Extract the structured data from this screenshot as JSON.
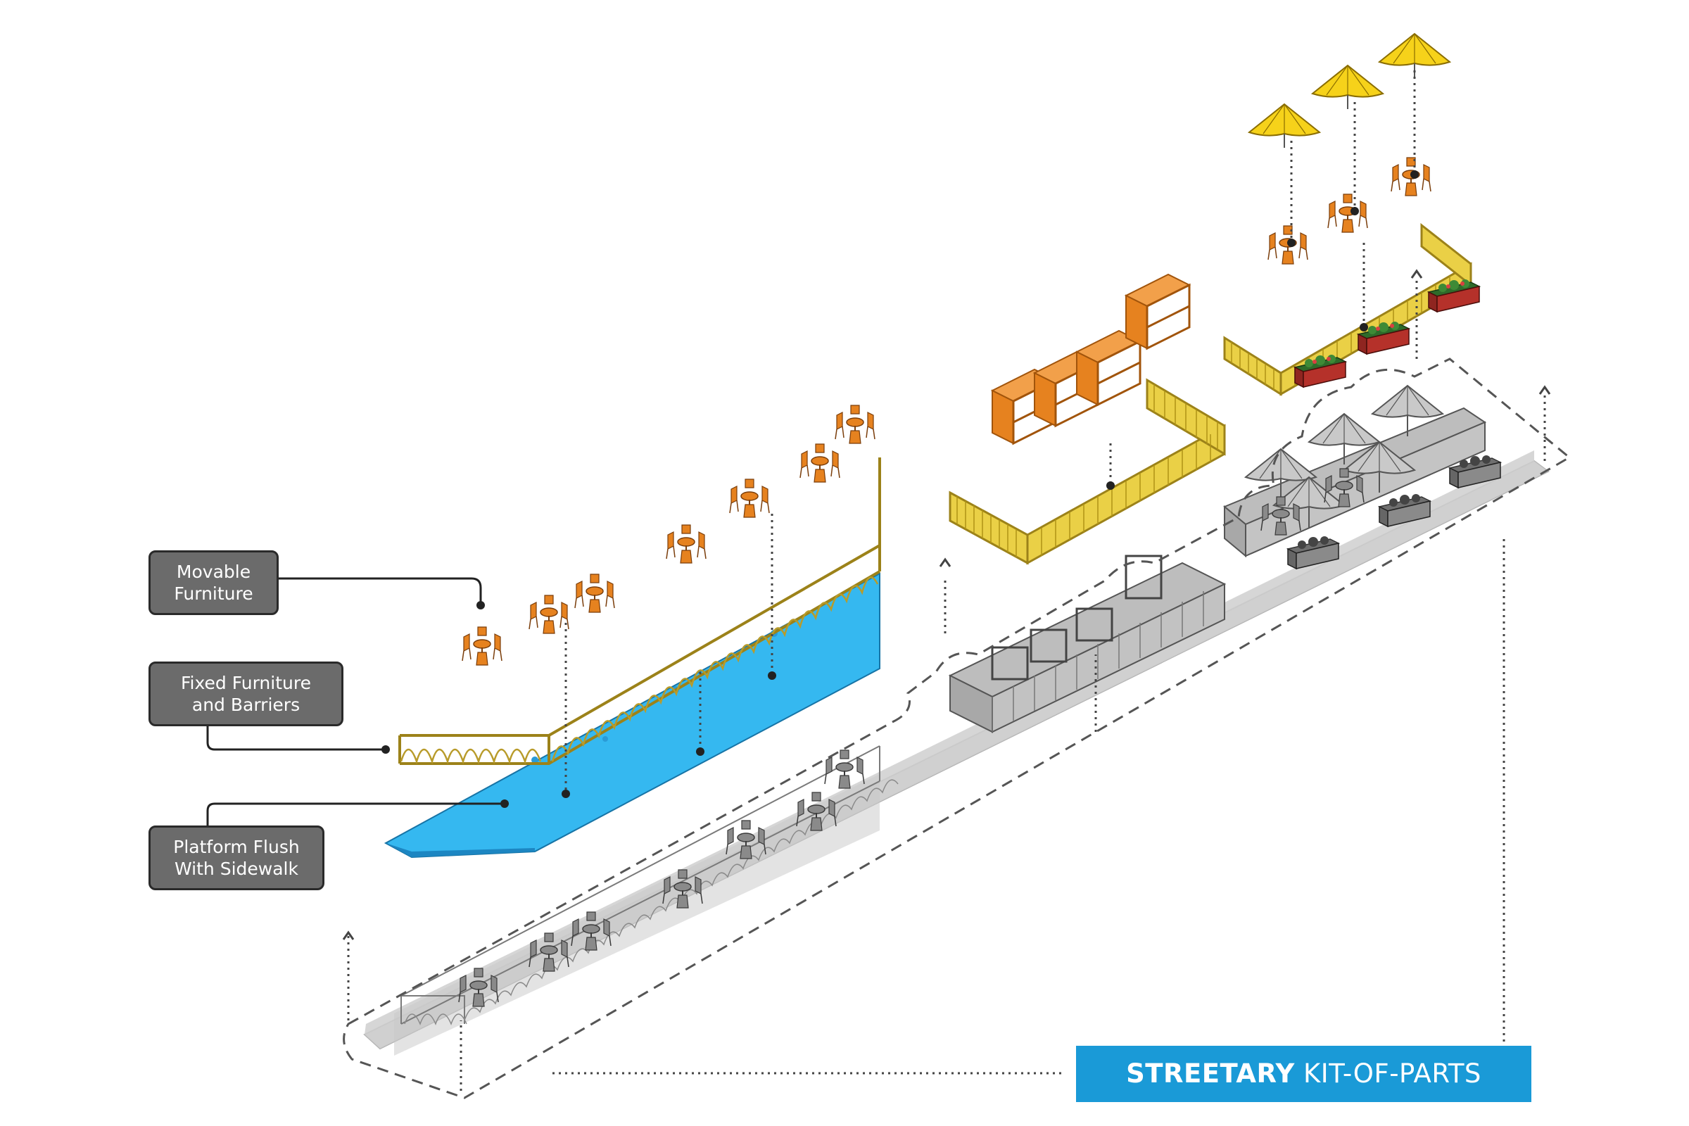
{
  "labels": {
    "movable": [
      "Movable",
      "Furniture"
    ],
    "fixed": [
      "Fixed Furniture",
      "and Barriers"
    ],
    "platform": [
      "Platform Flush",
      "With Sidewalk"
    ]
  },
  "title": {
    "bold": "STREETARY",
    "regular": " KIT-OF-PARTS"
  },
  "colors": {
    "platform_blue": "#35b8f0",
    "railing_yellow": "#d8b400",
    "railing_olive": "#b89b2a",
    "furniture_orange": "#e6821f",
    "umbrella_yellow": "#f6d21a",
    "ghost_grey": "#bdbdbd",
    "base_grey": "#d3d3d3",
    "label_grey": "#6b6b6b",
    "banner_blue": "#1a9ad7",
    "planter_red": "#b5312a",
    "planter_green": "#2e6b2a"
  },
  "icons": [
    "table-chair-icon",
    "umbrella-icon",
    "planter-icon",
    "leader-dot-icon",
    "arrow-up-icon"
  ]
}
